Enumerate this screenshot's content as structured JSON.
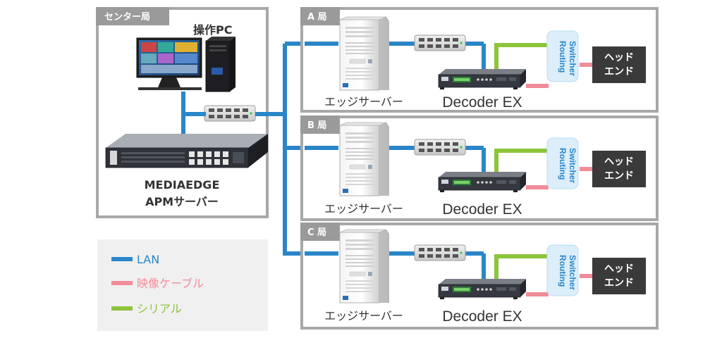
{
  "center": {
    "label": "センター局",
    "pc_label": "操作PC",
    "apm_label_line1": "MEDIAEDGE",
    "apm_label_line2": "APMサーバー"
  },
  "stations": [
    {
      "label": "A 局",
      "edge_label": "エッジサーバー",
      "decoder_label": "Decoder EX",
      "routing_line1": "Routing",
      "routing_line2": "Switcher",
      "head_line1": "ヘッド",
      "head_line2": "エンド"
    },
    {
      "label": "B 局",
      "edge_label": "エッジサーバー",
      "decoder_label": "Decoder EX",
      "routing_line1": "Routing",
      "routing_line2": "Switcher",
      "head_line1": "ヘッド",
      "head_line2": "エンド"
    },
    {
      "label": "C 局",
      "edge_label": "エッジサーバー",
      "decoder_label": "Decoder EX",
      "routing_line1": "Routing",
      "routing_line2": "Switcher",
      "head_line1": "ヘッド",
      "head_line2": "エンド"
    }
  ],
  "legend": [
    {
      "label": "LAN",
      "color": "#2a86c8"
    },
    {
      "label": "映像ケーブル",
      "color": "#f08c98"
    },
    {
      "label": "シリアル",
      "color": "#8cc43c"
    }
  ],
  "colors": {
    "box_border": "#a8a8a8",
    "box_label_bg": "#9a9a9a",
    "lan": "#2a86c8",
    "video": "#f08c98",
    "serial": "#8cc43c",
    "routing_fill": "#dbeefa",
    "head_fill": "#3a3a3a",
    "legend_bg": "#f0f0f0"
  }
}
